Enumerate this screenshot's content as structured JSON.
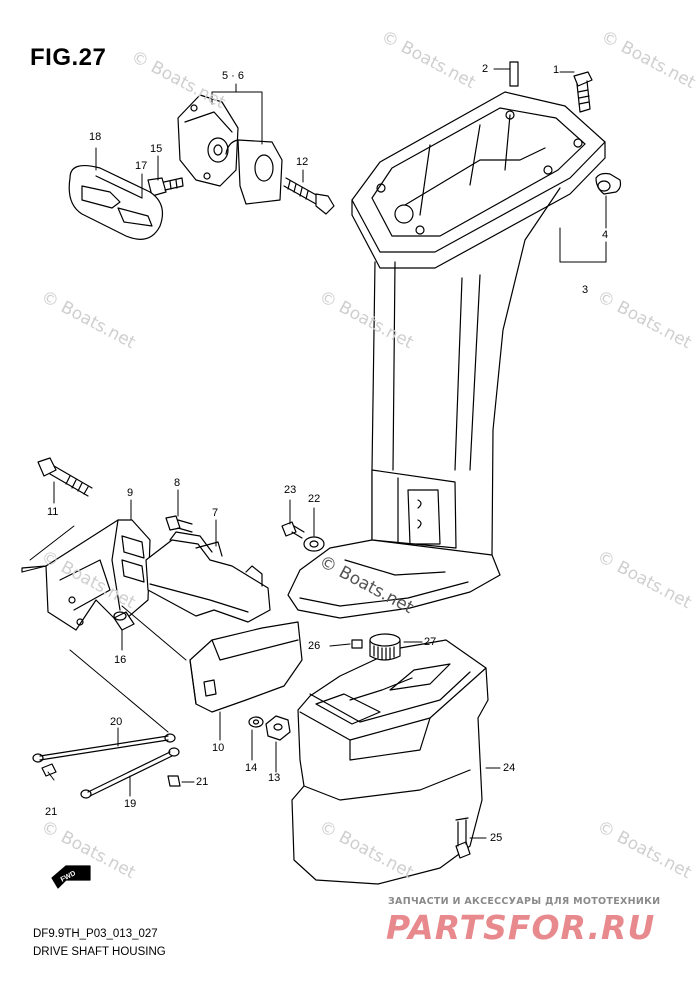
{
  "figure": {
    "title": "FIG.27",
    "model_code": "DF9.9TH_P03_013_027",
    "part_name": "DRIVE SHAFT HOUSING"
  },
  "watermark": {
    "text": "© Boats.net",
    "color": "#cfcfcf",
    "center_text_color": "#555555"
  },
  "promo": {
    "tagline": "ЗАПЧАСТИ И АКСЕССУАРЫ ДЛЯ МОТОТЕХНИКИ",
    "logo": "PARTSFOR.RU",
    "logo_color": "#e7898d"
  },
  "fwd_label": "FWD",
  "callouts": {
    "c1": "1",
    "c2": "2",
    "c3": "3",
    "c4": "4",
    "c56": "5 · 6",
    "c7": "7",
    "c8": "8",
    "c9": "9",
    "c10": "10",
    "c11": "11",
    "c12": "12",
    "c13": "13",
    "c14": "14",
    "c15": "15",
    "c16": "16",
    "c17": "17",
    "c18": "18",
    "c19": "19",
    "c20": "20",
    "c21a": "21",
    "c21b": "21",
    "c22": "22",
    "c23": "23",
    "c24": "24",
    "c25": "25",
    "c26": "26",
    "c27": "27"
  }
}
